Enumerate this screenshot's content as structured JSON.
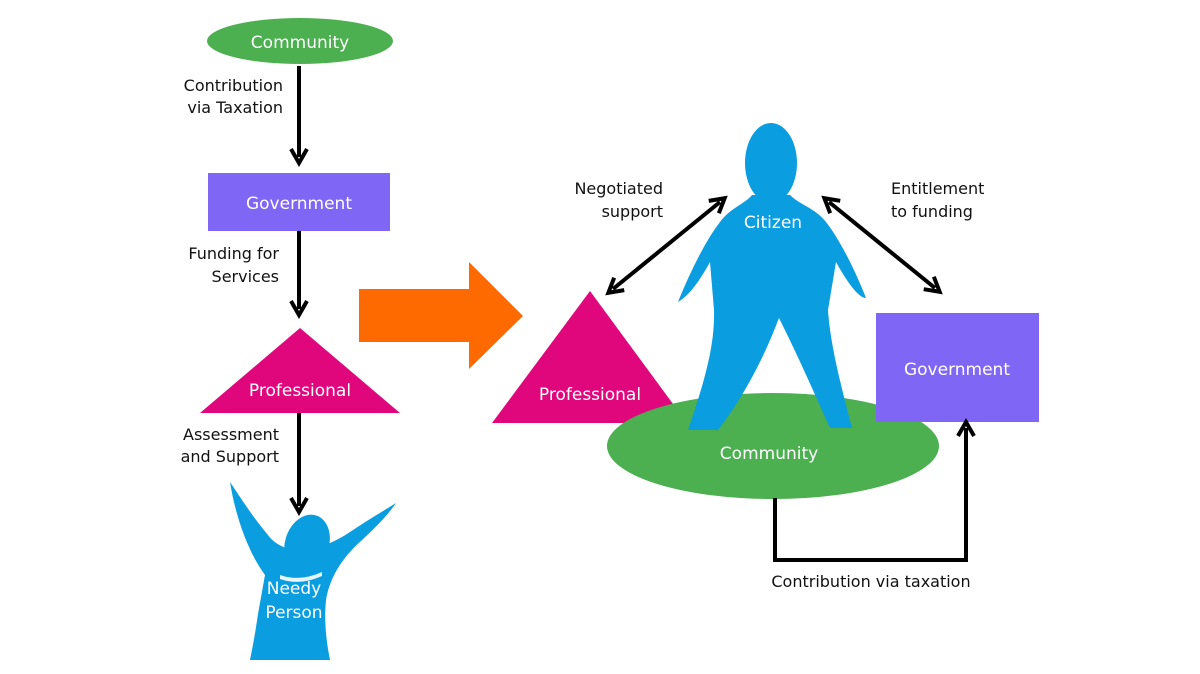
{
  "colors": {
    "community": "#4caf50",
    "government": "#8066f5",
    "professional": "#e0077d",
    "person": "#0a9de0",
    "transition_arrow": "#ff6a00",
    "connector": "#000000"
  },
  "left_model": {
    "community": "Community",
    "contribution_label_1": "Contribution",
    "contribution_label_2": "via Taxation",
    "government": "Government",
    "funding_label_1": "Funding for",
    "funding_label_2": "Services",
    "professional": "Professional",
    "assessment_label_1": "Assessment",
    "assessment_label_2": "and Support",
    "person_1": "Needy",
    "person_2": "Person"
  },
  "right_model": {
    "citizen": "Citizen",
    "negotiated_label_1": "Negotiated",
    "negotiated_label_2": "support",
    "entitlement_label_1": "Entitlement",
    "entitlement_label_2": "to funding",
    "professional": "Professional",
    "government": "Government",
    "community": "Community",
    "contribution_label": "Contribution via taxation"
  }
}
